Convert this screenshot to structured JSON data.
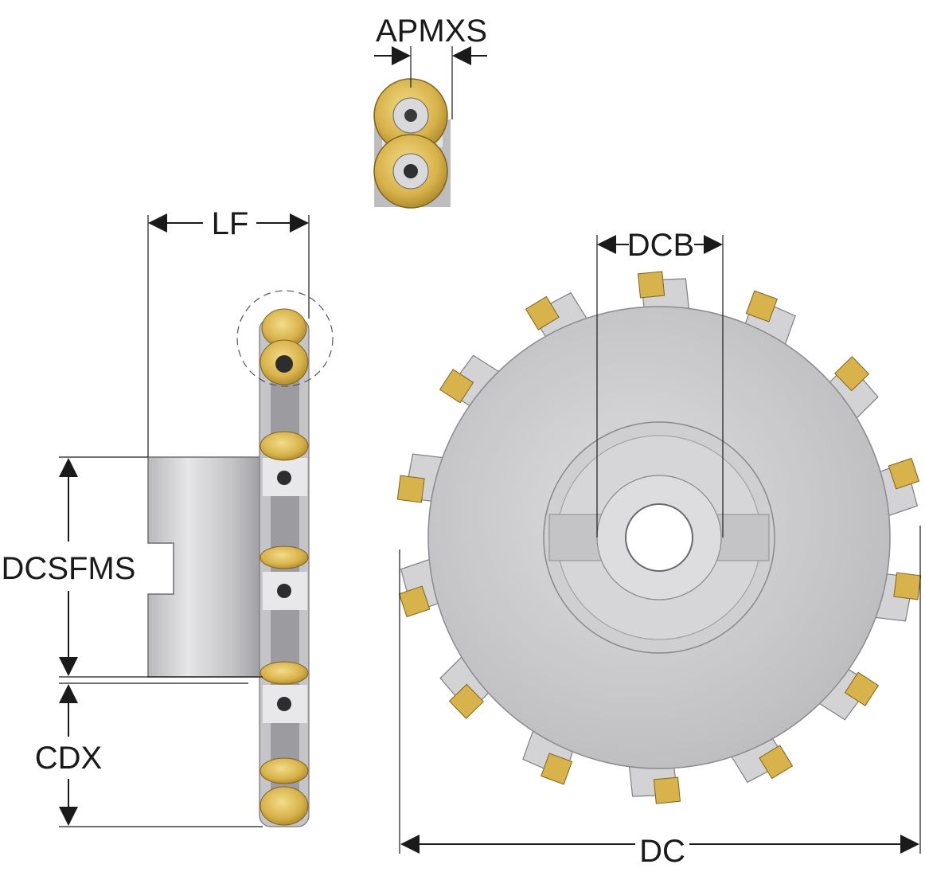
{
  "dimensions": {
    "apmxs": "APMXS",
    "lf": "LF",
    "dcb": "DCB",
    "dcsfms": "DCSFMS",
    "cdx": "CDX",
    "dc": "DC"
  },
  "colors": {
    "insert_gold": "#d4b24c",
    "body_grey": "#c9c9cb",
    "body_dark": "#8e8e92",
    "line": "#1a1a1a"
  }
}
